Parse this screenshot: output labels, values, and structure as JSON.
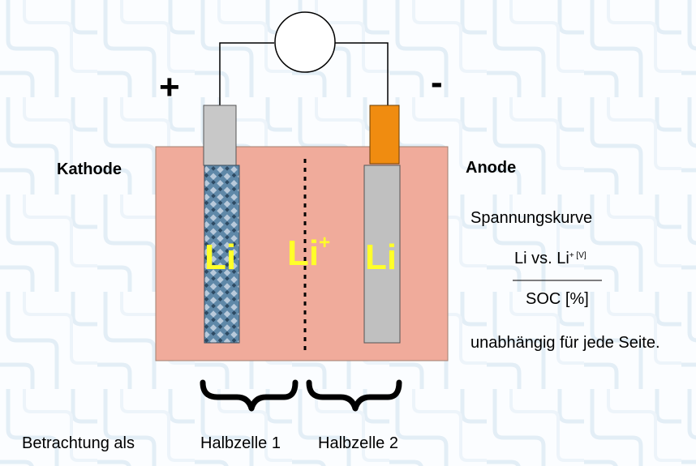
{
  "colors": {
    "electrolyte": "#f0ab9b",
    "electrolyte_border": "#a08070",
    "cathode_mesh": "#6f93b0",
    "cathode_cap": "#c8c8c8",
    "anode_body": "#c0c0c0",
    "anode_cap": "#f08c10",
    "li_label": "#ffff2a"
  },
  "labels": {
    "plus": "+",
    "minus": "-",
    "kathode": "Kathode",
    "anode": "Anode",
    "li_left": "Li",
    "li_ion": "Li",
    "li_ion_sup": "+",
    "li_right": "Li",
    "halbzelle1": "Halbzelle 1",
    "halbzelle2": "Halbzelle 2",
    "betrachtung": "Betrachtung als"
  },
  "side_text": {
    "title": "Spannungskurve",
    "numerator": "Li vs. Li",
    "numerator_sup": "+ [V]",
    "denominator": "SOC [%]",
    "footer": "unabhängig für jede Seite."
  },
  "icons": {
    "meter": "voltmeter-circle-icon",
    "brace": "curly-brace-icon"
  }
}
